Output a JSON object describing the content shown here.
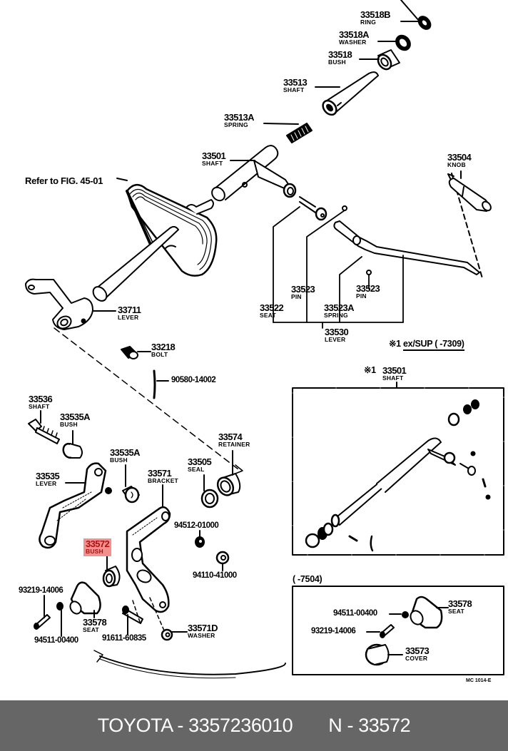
{
  "diagram": {
    "figure_reference": "Refer to FIG. 45-01",
    "figure_code": "MC 1014-E",
    "highlighted_part": "33572",
    "highlight_color": "#f28f8f",
    "parts": [
      {
        "id": "p33518B",
        "number": "33518B",
        "name": "RING"
      },
      {
        "id": "p33518A",
        "number": "33518A",
        "name": "WASHER"
      },
      {
        "id": "p33518",
        "number": "33518",
        "name": "BUSH"
      },
      {
        "id": "p33513",
        "number": "33513",
        "name": "SHAFT"
      },
      {
        "id": "p33513A",
        "number": "33513A",
        "name": "SPRING"
      },
      {
        "id": "p33501",
        "number": "33501",
        "name": "SHAFT"
      },
      {
        "id": "p33504",
        "number": "33504",
        "name": "KNOB"
      },
      {
        "id": "p33711",
        "number": "33711",
        "name": "LEVER"
      },
      {
        "id": "p33523a",
        "number": "33523",
        "name": "PIN"
      },
      {
        "id": "p33523b",
        "number": "33523",
        "name": "PIN"
      },
      {
        "id": "p33522",
        "number": "33522",
        "name": "SEAT"
      },
      {
        "id": "p33523A",
        "number": "33523A",
        "name": "SPRING"
      },
      {
        "id": "p33530",
        "number": "33530",
        "name": "LEVER"
      },
      {
        "id": "p33218",
        "number": "33218",
        "name": "BOLT"
      },
      {
        "id": "p33536",
        "number": "33536",
        "name": "SHAFT"
      },
      {
        "id": "p33535Aa",
        "number": "33535A",
        "name": "BUSH"
      },
      {
        "id": "p33535Ab",
        "number": "33535A",
        "name": "BUSH"
      },
      {
        "id": "p33535",
        "number": "33535",
        "name": "LEVER"
      },
      {
        "id": "p33571",
        "number": "33571",
        "name": "BRACKET"
      },
      {
        "id": "p33505",
        "number": "33505",
        "name": "SEAL"
      },
      {
        "id": "p33574",
        "number": "33574",
        "name": "RETAINER"
      },
      {
        "id": "p33572",
        "number": "33572",
        "name": "BUSH"
      },
      {
        "id": "p33578a",
        "number": "33578",
        "name": "SEAT"
      },
      {
        "id": "p33571D",
        "number": "33571D",
        "name": "WASHER"
      },
      {
        "id": "p33578b",
        "number": "33578",
        "name": "SEAT"
      },
      {
        "id": "p33573",
        "number": "33573",
        "name": "COVER"
      },
      {
        "id": "p33501x",
        "number": "33501",
        "name": "SHAFT",
        "prefix": "※1"
      }
    ],
    "standard_parts": [
      {
        "id": "s90580",
        "number": "90580-14002"
      },
      {
        "id": "s94512",
        "number": "94512-01000"
      },
      {
        "id": "s94110",
        "number": "94110-41000"
      },
      {
        "id": "s93219a",
        "number": "93219-14006"
      },
      {
        "id": "s94511a",
        "number": "94511-00400"
      },
      {
        "id": "s91611",
        "number": "91611-60835"
      },
      {
        "id": "s94511b",
        "number": "94511-00400"
      },
      {
        "id": "s93219b",
        "number": "93219-14006"
      }
    ],
    "notes": {
      "ex_sup_marker": "※1",
      "ex_sup_text": "ex/SUP (        -7309)",
      "inset2_range": "(        -7504)"
    }
  },
  "footer": {
    "brand_part": "TOYOTA - 3357236010",
    "ref_part": "N - 33572"
  }
}
